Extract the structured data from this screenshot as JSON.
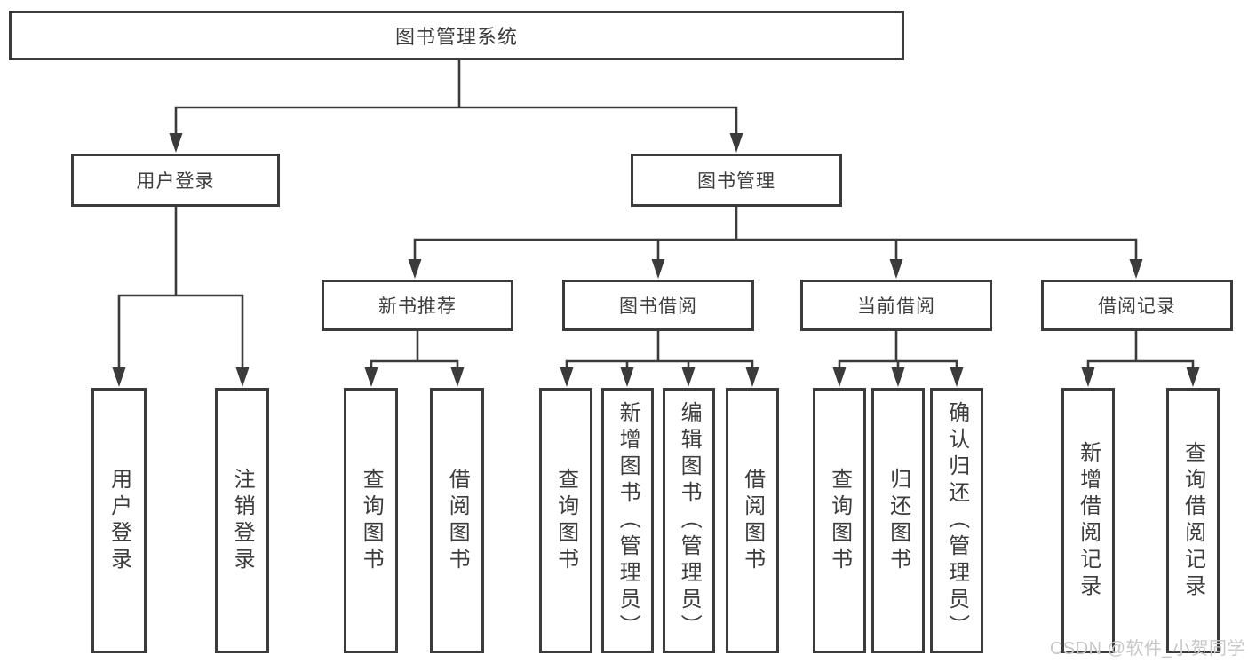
{
  "tree": {
    "root": {
      "label": "图书管理系统"
    },
    "branches": [
      {
        "label": "用户登录",
        "children": [
          {
            "label": "用户登录"
          },
          {
            "label": "注销登录"
          }
        ]
      },
      {
        "label": "图书管理",
        "children": [
          {
            "label": "新书推荐",
            "children": [
              {
                "label": "查询图书"
              },
              {
                "label": "借阅图书"
              }
            ]
          },
          {
            "label": "图书借阅",
            "children": [
              {
                "label": "查询图书"
              },
              {
                "label": "新增图书（管理员）"
              },
              {
                "label": "编辑图书（管理员）"
              },
              {
                "label": "借阅图书"
              }
            ]
          },
          {
            "label": "当前借阅",
            "children": [
              {
                "label": "查询图书"
              },
              {
                "label": "归还图书"
              },
              {
                "label": "确认归还（管理员）"
              }
            ]
          },
          {
            "label": "借阅记录",
            "children": [
              {
                "label": "新增借阅记录"
              },
              {
                "label": "查询借阅记录"
              }
            ]
          }
        ]
      }
    ]
  },
  "watermark": {
    "text": "CSDN @软件_小贺同学",
    "color": "#c7c7c7"
  },
  "colors": {
    "line": "#3b3b3b",
    "border": "#3b3b3b",
    "text": "#3d3d3d",
    "background": "#ffffff"
  }
}
